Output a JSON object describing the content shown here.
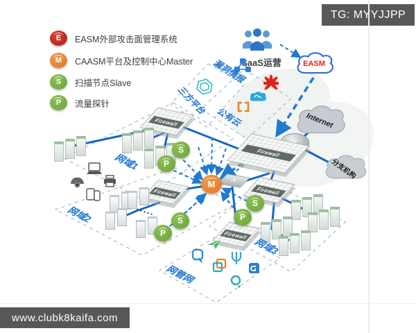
{
  "badges": {
    "tg": "TG: MYYJJPP",
    "site": "www.clubk8kaifa.com"
  },
  "legend": {
    "items": [
      {
        "letter": "E",
        "label": "EASM外部攻击面管理系统"
      },
      {
        "letter": "M",
        "label": "CAASM平台及控制中心Master"
      },
      {
        "letter": "S",
        "label": "扫描节点Slave"
      },
      {
        "letter": "P",
        "label": "流量探针"
      }
    ]
  },
  "zones": {
    "zone1": "网域1",
    "zone2": "网域2",
    "zone3": "网域3",
    "mgmt": "网管网"
  },
  "areas": {
    "saas": "SaaS运营",
    "vuln_intel": "漏洞情报",
    "third_party": "三方平台",
    "public_cloud": "公有云"
  },
  "clouds": {
    "easm": "EASM",
    "internet": "Internet",
    "branch": "分支机构"
  },
  "nodes": {
    "master": "M",
    "scanner": "S",
    "probe": "P"
  },
  "devices": {
    "firewall": "Firewall",
    "ellipsis": "·····"
  },
  "icons": {
    "router_cross": "✕",
    "switch_cross": "✕"
  },
  "colors": {
    "line_blue": "#1b6fc8",
    "node_green": "#76b041",
    "node_orange": "#ec8a3c",
    "legend_red": "#c0281c",
    "teal": "#35b6c9",
    "badge_bg": "#58585a"
  }
}
